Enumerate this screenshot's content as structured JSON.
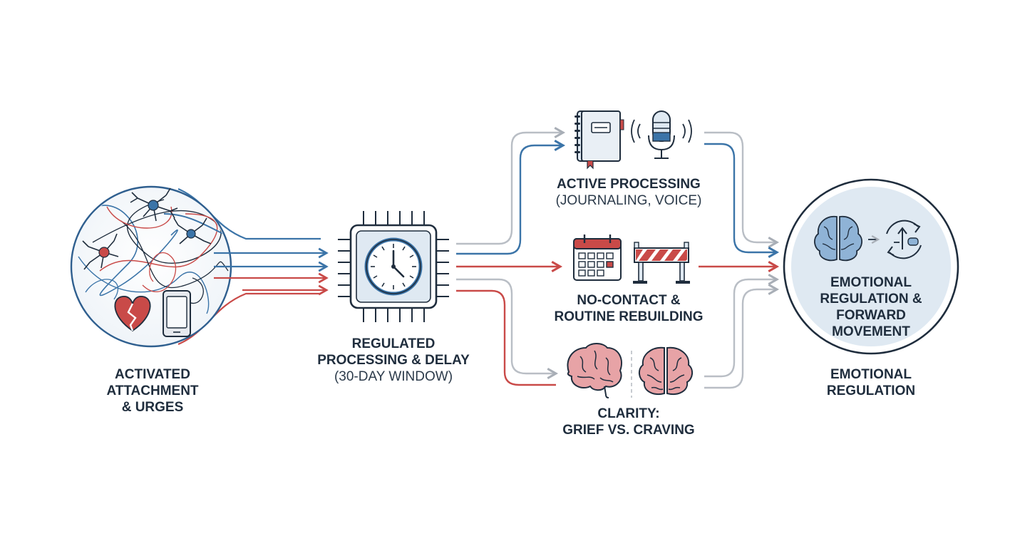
{
  "nodes": {
    "activated": {
      "lines": [
        "ACTIVATED",
        "ATTACHMENT",
        "& URGES"
      ]
    },
    "regulated": {
      "lines": [
        "REGULATED",
        "PROCESSING & DELAY"
      ],
      "sub": "(30-DAY WINDOW)"
    },
    "active": {
      "title": "ACTIVE PROCESSING",
      "sub": "(JOURNALING, VOICE)"
    },
    "nocontact": {
      "lines": [
        "NO-CONTACT &",
        "ROUTINE REBUILDING"
      ]
    },
    "clarity": {
      "lines": [
        "CLARITY:",
        "GRIEF VS. CRAVING"
      ]
    },
    "emotional": {
      "inner_lines": [
        "EMOTIONAL",
        "REGULATION &",
        "FORWARD",
        "MOVEMENT"
      ],
      "outer_lines": [
        "EMOTIONAL",
        "REGULATION"
      ]
    }
  },
  "colors": {
    "navy": "#1f2d3d",
    "blue": "#3b74a8",
    "red": "#c94a48",
    "gray": "#b9bec5",
    "light_blue": "#dfe9f2",
    "pink": "#e7a3a6"
  },
  "icons": [
    "neuron-icon",
    "broken-heart-icon",
    "phone-icon",
    "clock-chip-icon",
    "notebook-icon",
    "microphone-icon",
    "calendar-icon",
    "barrier-icon",
    "brain-icon",
    "cycle-icon"
  ]
}
